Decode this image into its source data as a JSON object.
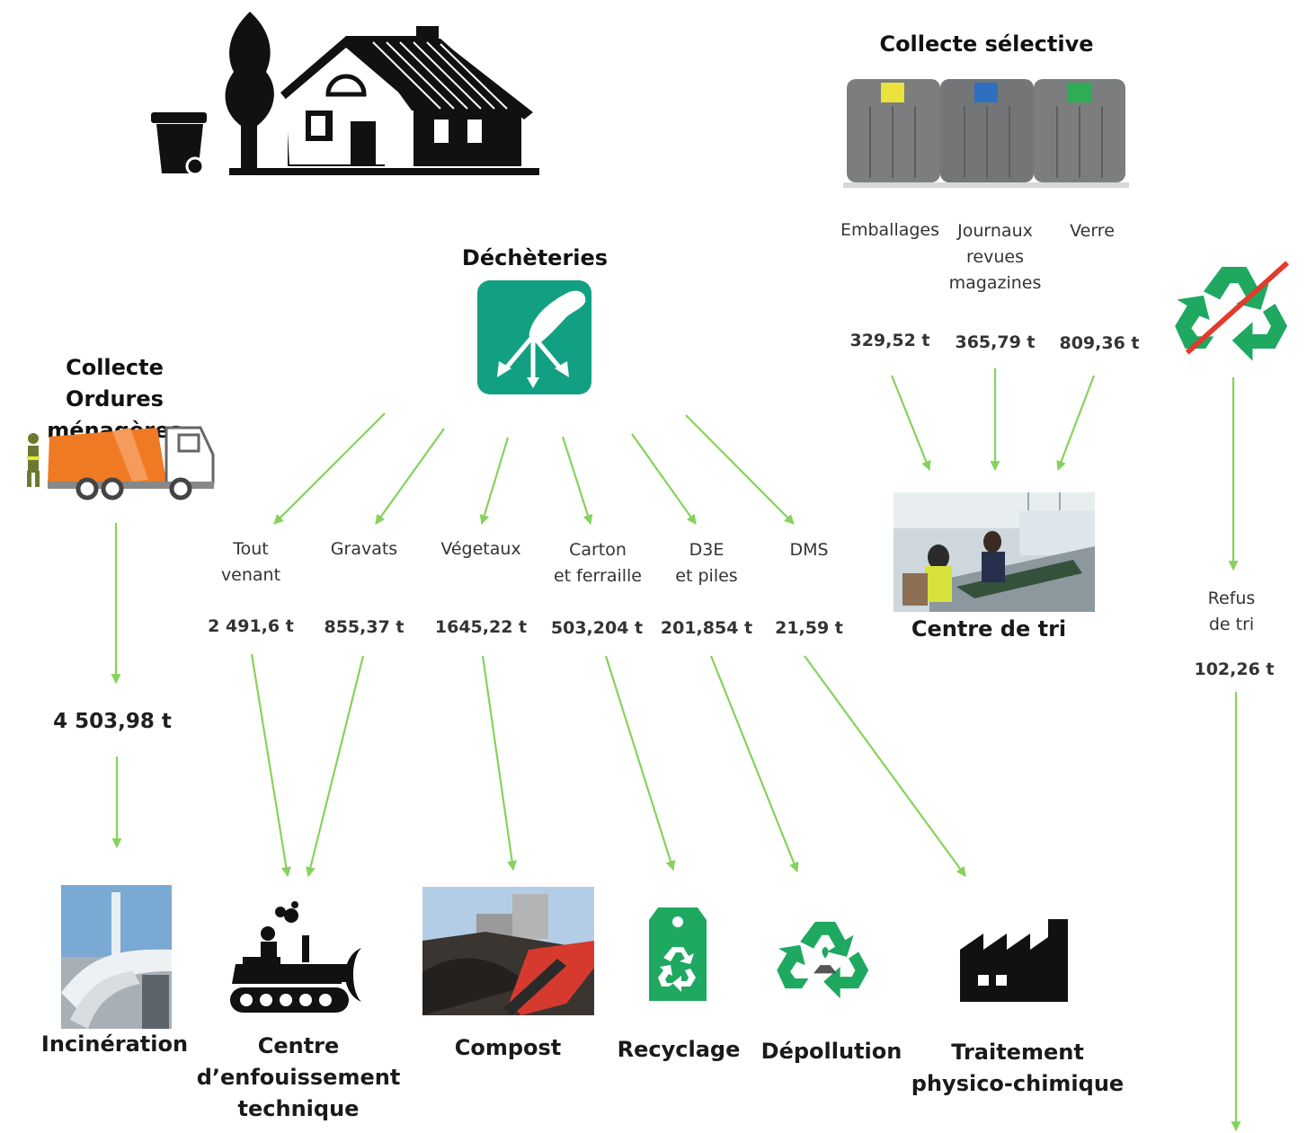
{
  "colors": {
    "arrow": "#86d25c",
    "green": "#1fa860",
    "tile": "#12a082"
  },
  "sources": {
    "collecte_selective": {
      "title": "Collecte sélective"
    },
    "decheteries": {
      "title": "Déchèteries"
    },
    "om": {
      "title_line1": "Collecte",
      "title_line2": "Ordures ménagères",
      "tonnage": "4 503,98 t"
    }
  },
  "selective_streams": [
    {
      "label": [
        "Emballages"
      ],
      "tonnage": "329,52 t"
    },
    {
      "label": [
        "Journaux",
        "revues",
        "magazines"
      ],
      "tonnage": "365,79 t"
    },
    {
      "label": [
        "Verre"
      ],
      "tonnage": "809,36 t"
    }
  ],
  "decheterie_streams": [
    {
      "label": [
        "Tout",
        "venant"
      ],
      "tonnage": "2 491,6 t"
    },
    {
      "label": [
        "Gravats"
      ],
      "tonnage": "855,37 t"
    },
    {
      "label": [
        "Végetaux"
      ],
      "tonnage": "1645,22 t"
    },
    {
      "label": [
        "Carton",
        "et ferraille"
      ],
      "tonnage": "503,204 t"
    },
    {
      "label": [
        "D3E",
        "et piles"
      ],
      "tonnage": "201,854 t"
    },
    {
      "label": [
        "DMS"
      ],
      "tonnage": "21,59 t"
    }
  ],
  "centre_tri": {
    "label": "Centre de tri"
  },
  "refus": {
    "label": [
      "Refus",
      "de tri"
    ],
    "tonnage": "102,26 t"
  },
  "destinations": [
    {
      "label": [
        "Incinération"
      ],
      "icon": "incinerator-icon"
    },
    {
      "label": [
        "Centre",
        "d’enfouissement",
        "technique"
      ],
      "icon": "bulldozer-icon"
    },
    {
      "label": [
        "Compost"
      ],
      "icon": "compost-icon"
    },
    {
      "label": [
        "Recyclage"
      ],
      "icon": "recycle-tag-icon"
    },
    {
      "label": [
        "Dépollution"
      ],
      "icon": "recycle-icon"
    },
    {
      "label": [
        "Traitement",
        "physico-chimique"
      ],
      "icon": "factory-icon"
    }
  ]
}
